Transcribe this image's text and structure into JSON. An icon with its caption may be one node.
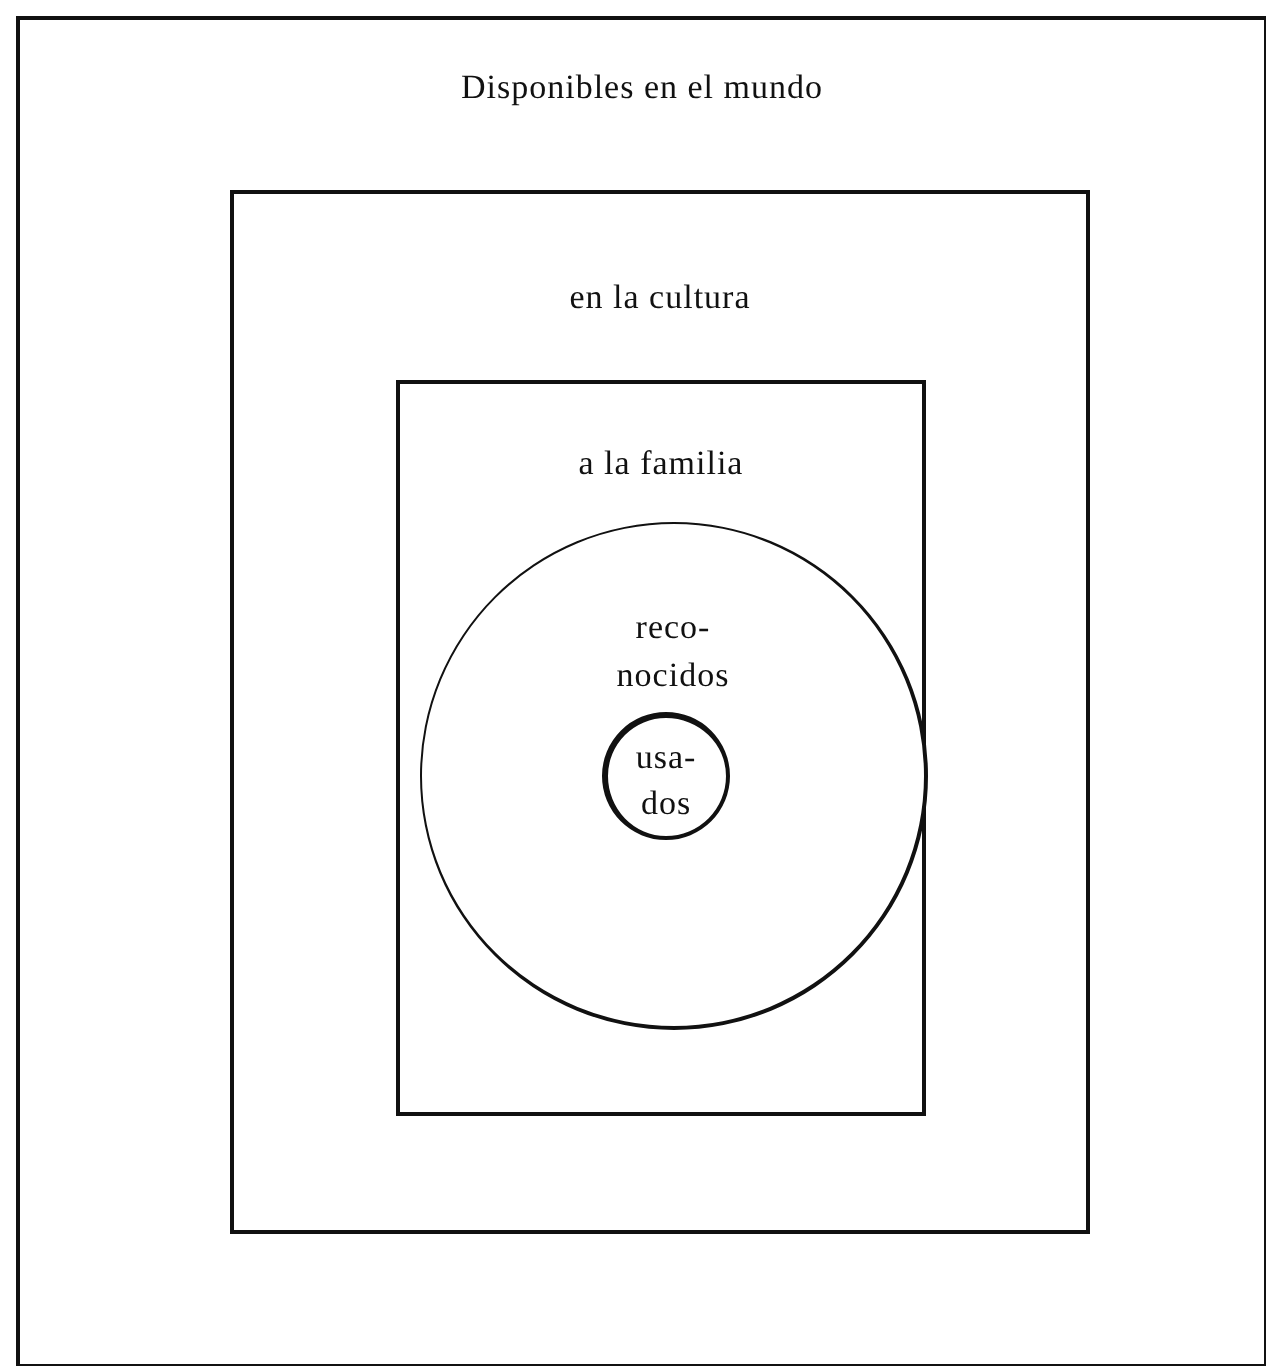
{
  "diagram": {
    "nodes": [
      {
        "text": [
          "Disponibles en el mundo"
        ]
      },
      {
        "text": [
          "en la cultura"
        ],
        "in": 0
      },
      {
        "text": [
          "a la familia"
        ],
        "in": 1
      },
      {
        "text": [
          "reco- nocidos"
        ],
        "in": 2
      },
      {
        "text": [
          "usa- dos"
        ],
        "in": 3
      }
    ]
  }
}
